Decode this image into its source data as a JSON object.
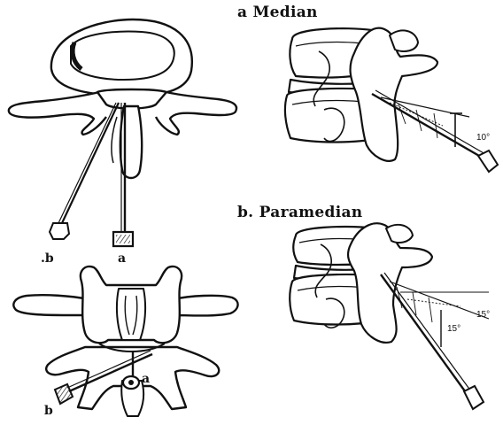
{
  "labels": {
    "median_caption": "a Median",
    "paramedian_caption": "b. Paramedian",
    "top_left_b": ".b",
    "top_left_a": "a",
    "bottom_left_a": "a",
    "bottom_left_b": "b",
    "median_angle": "10°",
    "paramedian_angle_1": "15°",
    "paramedian_angle_2": "15°"
  }
}
